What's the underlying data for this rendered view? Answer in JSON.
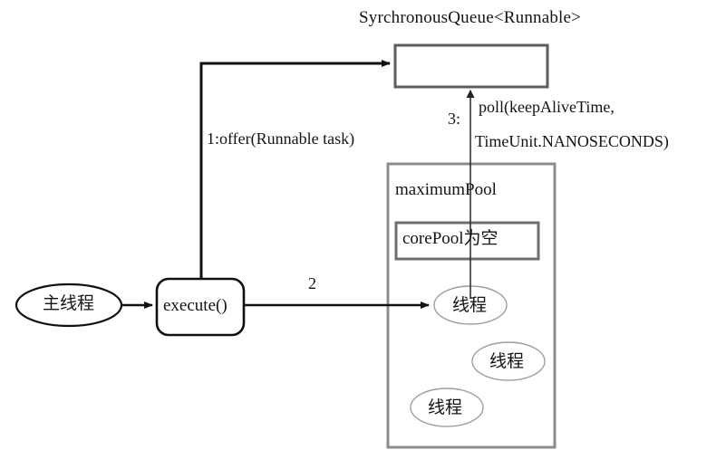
{
  "diagram": {
    "title_text": "SyrchronousQueue<Runnable>",
    "queue_box": {
      "name": "synchronous-queue",
      "content": ""
    },
    "edges": {
      "offer_label": "1:offer(Runnable task)",
      "poll_index": "3:",
      "poll_line1": "poll(keepAliveTime,",
      "poll_line2": "TimeUnit.NANOSECONDS)",
      "step2_label": "2"
    },
    "nodes": {
      "main_thread": "主线程",
      "execute": "execute()",
      "maximum_pool": "maximumPool",
      "core_pool": "corePool为空"
    },
    "threads": [
      {
        "label": "线程"
      },
      {
        "label": "线程"
      },
      {
        "label": "线程"
      }
    ],
    "colors": {
      "background": "#ffffff",
      "stroke_dark": "#111111",
      "stroke_gray": "#767676",
      "stroke_light": "#9a9a9a",
      "text": "#141414"
    }
  }
}
